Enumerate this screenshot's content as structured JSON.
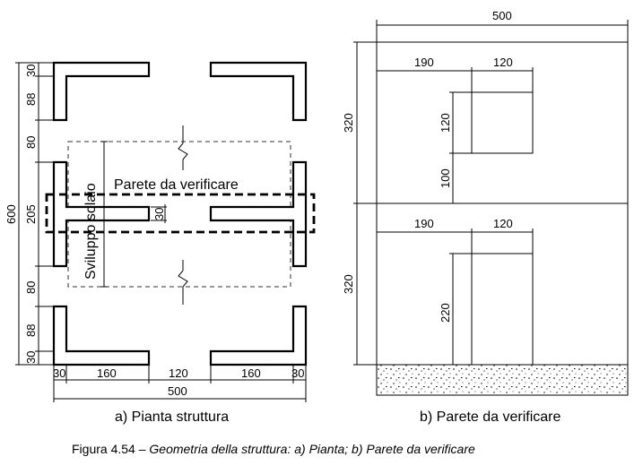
{
  "plan": {
    "subcaption": "a) Pianta struttura",
    "verify_label": "Parete da verificare",
    "slab_label": "Sviluppo solaio",
    "dims_left": [
      "30",
      "88",
      "80",
      "205",
      "80",
      "88",
      "30"
    ],
    "dim_total_height": "600",
    "dims_bottom": [
      "30",
      "160",
      "120",
      "160",
      "30"
    ],
    "dim_total_width": "500",
    "dim_gap": "30"
  },
  "wall": {
    "subcaption": "b) Parete da verificare",
    "dim_top": "500",
    "upper": {
      "dim_left": "190",
      "dim_opening": "120",
      "dim_height": "120",
      "dim_sill": "100",
      "dim_storey": "320"
    },
    "lower": {
      "dim_left": "190",
      "dim_opening": "120",
      "dim_height": "220",
      "dim_storey": "320"
    }
  },
  "caption": {
    "prefix": "Figura 4.54 – ",
    "part1": "Geometria della struttura:  a) Pianta;   b) Parete da verificare"
  }
}
